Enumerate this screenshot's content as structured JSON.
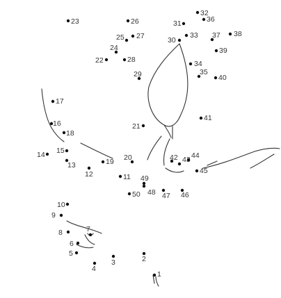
{
  "worksheet": {
    "type": "connect-the-dots",
    "dot_labels": [
      "1",
      "2",
      "3",
      "4",
      "5",
      "6",
      "7",
      "8",
      "9",
      "10",
      "11",
      "12",
      "13",
      "14",
      "15",
      "16",
      "17",
      "18",
      "19",
      "20",
      "21",
      "22",
      "23",
      "24",
      "25",
      "26",
      "27",
      "28",
      "29",
      "30",
      "31",
      "32",
      "33",
      "34",
      "35",
      "36",
      "37",
      "38",
      "39",
      "40",
      "41",
      "42",
      "43",
      "44",
      "45",
      "46",
      "47",
      "48",
      "49",
      "50"
    ],
    "colors": {
      "ink": "#111111",
      "label": "#333333",
      "background": "#ffffff"
    }
  }
}
